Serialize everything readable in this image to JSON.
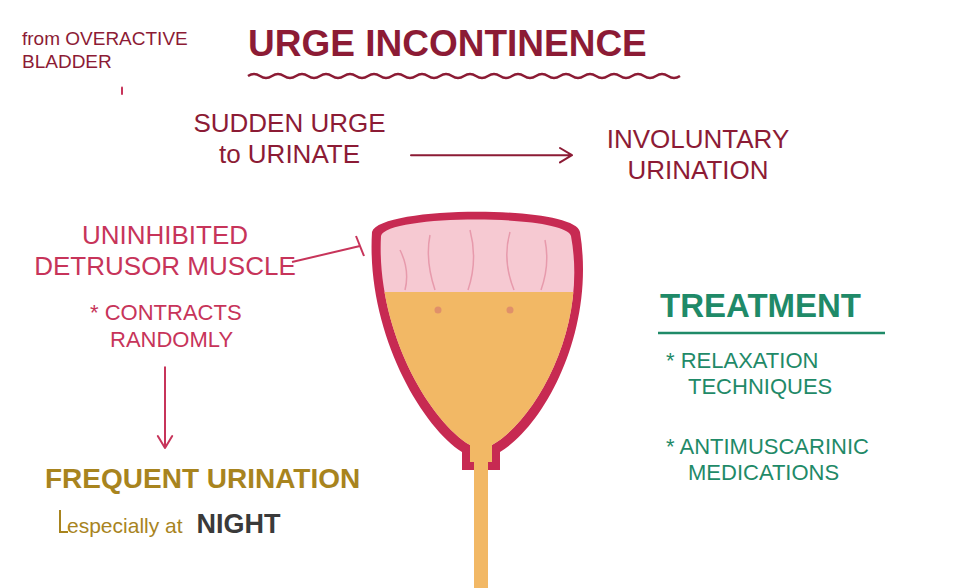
{
  "diagram": {
    "title": "URGE INCONTINENCE",
    "nodes": [
      {
        "text": [
          "from OVERACTIVE BLADDER"
        ]
      },
      {
        "text": [
          "SUDDEN URGE to URINATE"
        ]
      },
      {
        "text": [
          "INVOLUNTARY URINATION"
        ]
      },
      {
        "text": [
          "UNINHIBITED DETRUSOR MUSCLE",
          "* CONTRACTS RANDOMLY"
        ]
      },
      {
        "text": [
          "FREQUENT URINATION",
          "especially at",
          "NIGHT"
        ]
      }
    ],
    "edges": [
      {
        "from": 0,
        "to": 1,
        "arrow": "none"
      },
      {
        "from": 1,
        "to": 2,
        "arrow": "to"
      },
      {
        "from": 3,
        "to": 4,
        "arrow": "to"
      }
    ],
    "labels": [
      "TREATMENT",
      "* RELAXATION TECHNIQUES",
      "* ANTIMUSCARINIC MEDICATIONS"
    ]
  }
}
